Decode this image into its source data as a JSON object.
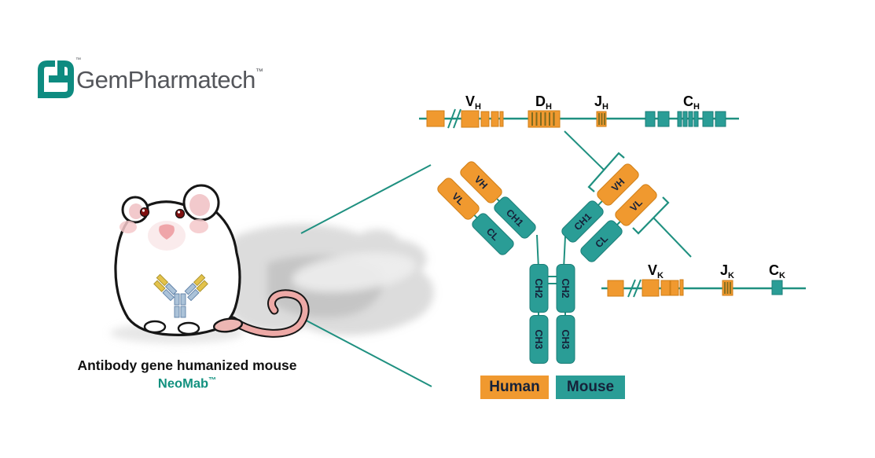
{
  "logo": {
    "brand": "GemPharmatech",
    "tm": "™"
  },
  "loci": {
    "heavy": {
      "labels": [
        {
          "base": "V",
          "sub": "H"
        },
        {
          "base": "D",
          "sub": "H"
        },
        {
          "base": "J",
          "sub": "H"
        },
        {
          "base": "C",
          "sub": "H"
        }
      ]
    },
    "kappa": {
      "labels": [
        {
          "base": "V",
          "sub": "K"
        },
        {
          "base": "J",
          "sub": "K"
        },
        {
          "base": "C",
          "sub": "K"
        }
      ]
    }
  },
  "antibody": {
    "domains": {
      "vh": "VH",
      "vl": "VL",
      "ch1": "CH1",
      "cl": "CL",
      "ch2": "CH2",
      "ch3": "CH3"
    }
  },
  "legend": {
    "human": "Human",
    "mouse": "Mouse"
  },
  "caption": {
    "title": "Antibody gene humanized mouse",
    "product": "NeoMab",
    "tm": "™"
  },
  "colors": {
    "human": "#F0992F",
    "mouse": "#2A9D96",
    "teal_line": "#1F9080",
    "stripe": "#7E6B1F",
    "box_text": "#16223A",
    "label_black": "#050505",
    "logo_teal": "#0E8B80",
    "logo_gray": "#54565B",
    "neomab": "#12917F",
    "caption_black": "#111111",
    "belly_yellow": "#E3C24B",
    "belly_blue": "#ABC2D8",
    "belly_outline": "#5D7FA6"
  }
}
